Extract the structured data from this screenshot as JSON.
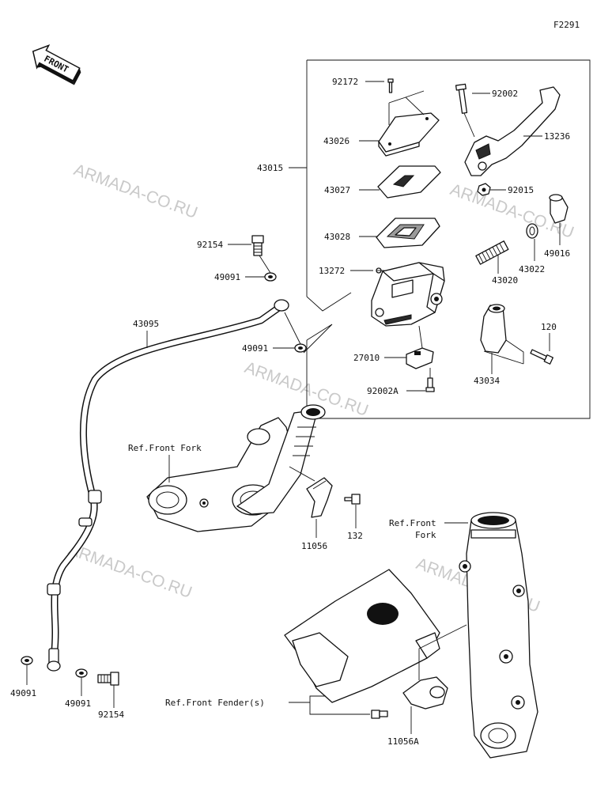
{
  "diagram_code": "F2291",
  "front_sign": "FRONT",
  "watermark": "ARMADA-CO.RU",
  "callouts": {
    "c92172": "92172",
    "c92002": "92002",
    "c43026": "43026",
    "c13236": "13236",
    "c43015": "43015",
    "c43027": "43027",
    "c92015": "92015",
    "c43028": "43028",
    "c49016": "49016",
    "c43022": "43022",
    "c92154_top": "92154",
    "c13272": "13272",
    "c43020": "43020",
    "c49091_a": "49091",
    "c43095": "43095",
    "c120": "120",
    "c49091_b": "49091",
    "c27010": "27010",
    "c43034": "43034",
    "c92002A": "92002A",
    "c132": "132",
    "c11056": "11056",
    "c49091_c": "49091",
    "c49091_d": "49091",
    "c92154_bot": "92154",
    "c11056A": "11056A"
  },
  "references": {
    "front_fork_top": "Ref.Front Fork",
    "front_fork_right_1": "Ref.Front",
    "front_fork_right_2": "Fork",
    "front_fender": "Ref.Front Fender(s)"
  }
}
